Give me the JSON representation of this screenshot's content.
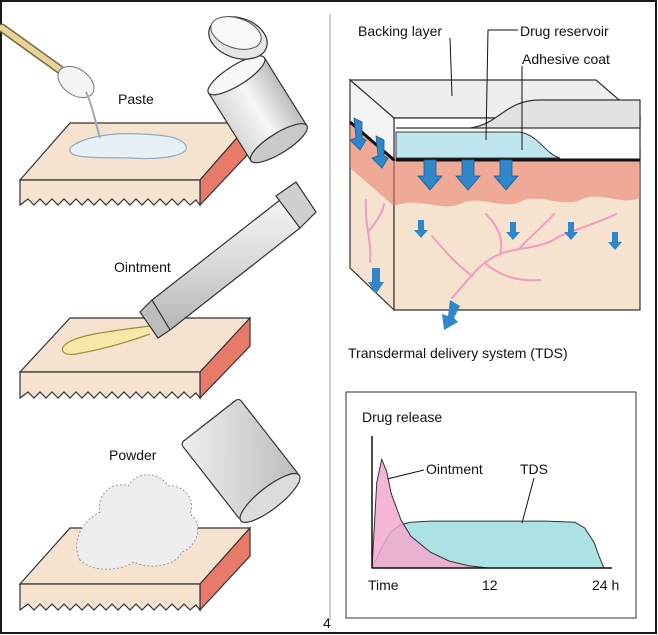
{
  "left_panel": {
    "paste_label": "Paste",
    "ointment_label": "Ointment",
    "powder_label": "Powder"
  },
  "tds_panel": {
    "backing_layer_label": "Backing layer",
    "drug_reservoir_label": "Drug reservoir",
    "adhesive_coat_label": "Adhesive coat",
    "caption": "Transdermal delivery system (TDS)"
  },
  "page_number": "4",
  "colors": {
    "skin_top": "#f5e3cf",
    "skin_side": "#e87a6a",
    "reservoir": "#bfe6ee",
    "arrow_blue": "#2f86c9",
    "vessel_pink": "#f29bc0",
    "tds_curve": "#a6e0e2",
    "ointment_curve": "#f2a9cc",
    "frame": "#1a1a1a"
  },
  "chart_data": {
    "type": "area",
    "ylabel": "Drug release",
    "x_tick_labels": [
      "Time",
      "12",
      "24 h"
    ],
    "xlim": [
      0,
      24
    ],
    "series": [
      {
        "name": "Ointment",
        "x": [
          0,
          0.5,
          1,
          1.5,
          2,
          3,
          4,
          6,
          8,
          10,
          12
        ],
        "y": [
          0,
          0.75,
          0.95,
          0.85,
          0.65,
          0.42,
          0.28,
          0.14,
          0.06,
          0.02,
          0
        ],
        "color": "#f2a9cc"
      },
      {
        "name": "TDS",
        "x": [
          0,
          1,
          2,
          3,
          4,
          6,
          12,
          18,
          21,
          22,
          23,
          23.5,
          24
        ],
        "y": [
          0,
          0.18,
          0.32,
          0.38,
          0.4,
          0.41,
          0.41,
          0.41,
          0.4,
          0.35,
          0.22,
          0.1,
          0
        ],
        "color": "#a6e0e2"
      }
    ],
    "ylim": [
      0,
      1.05
    ],
    "grid": false
  }
}
